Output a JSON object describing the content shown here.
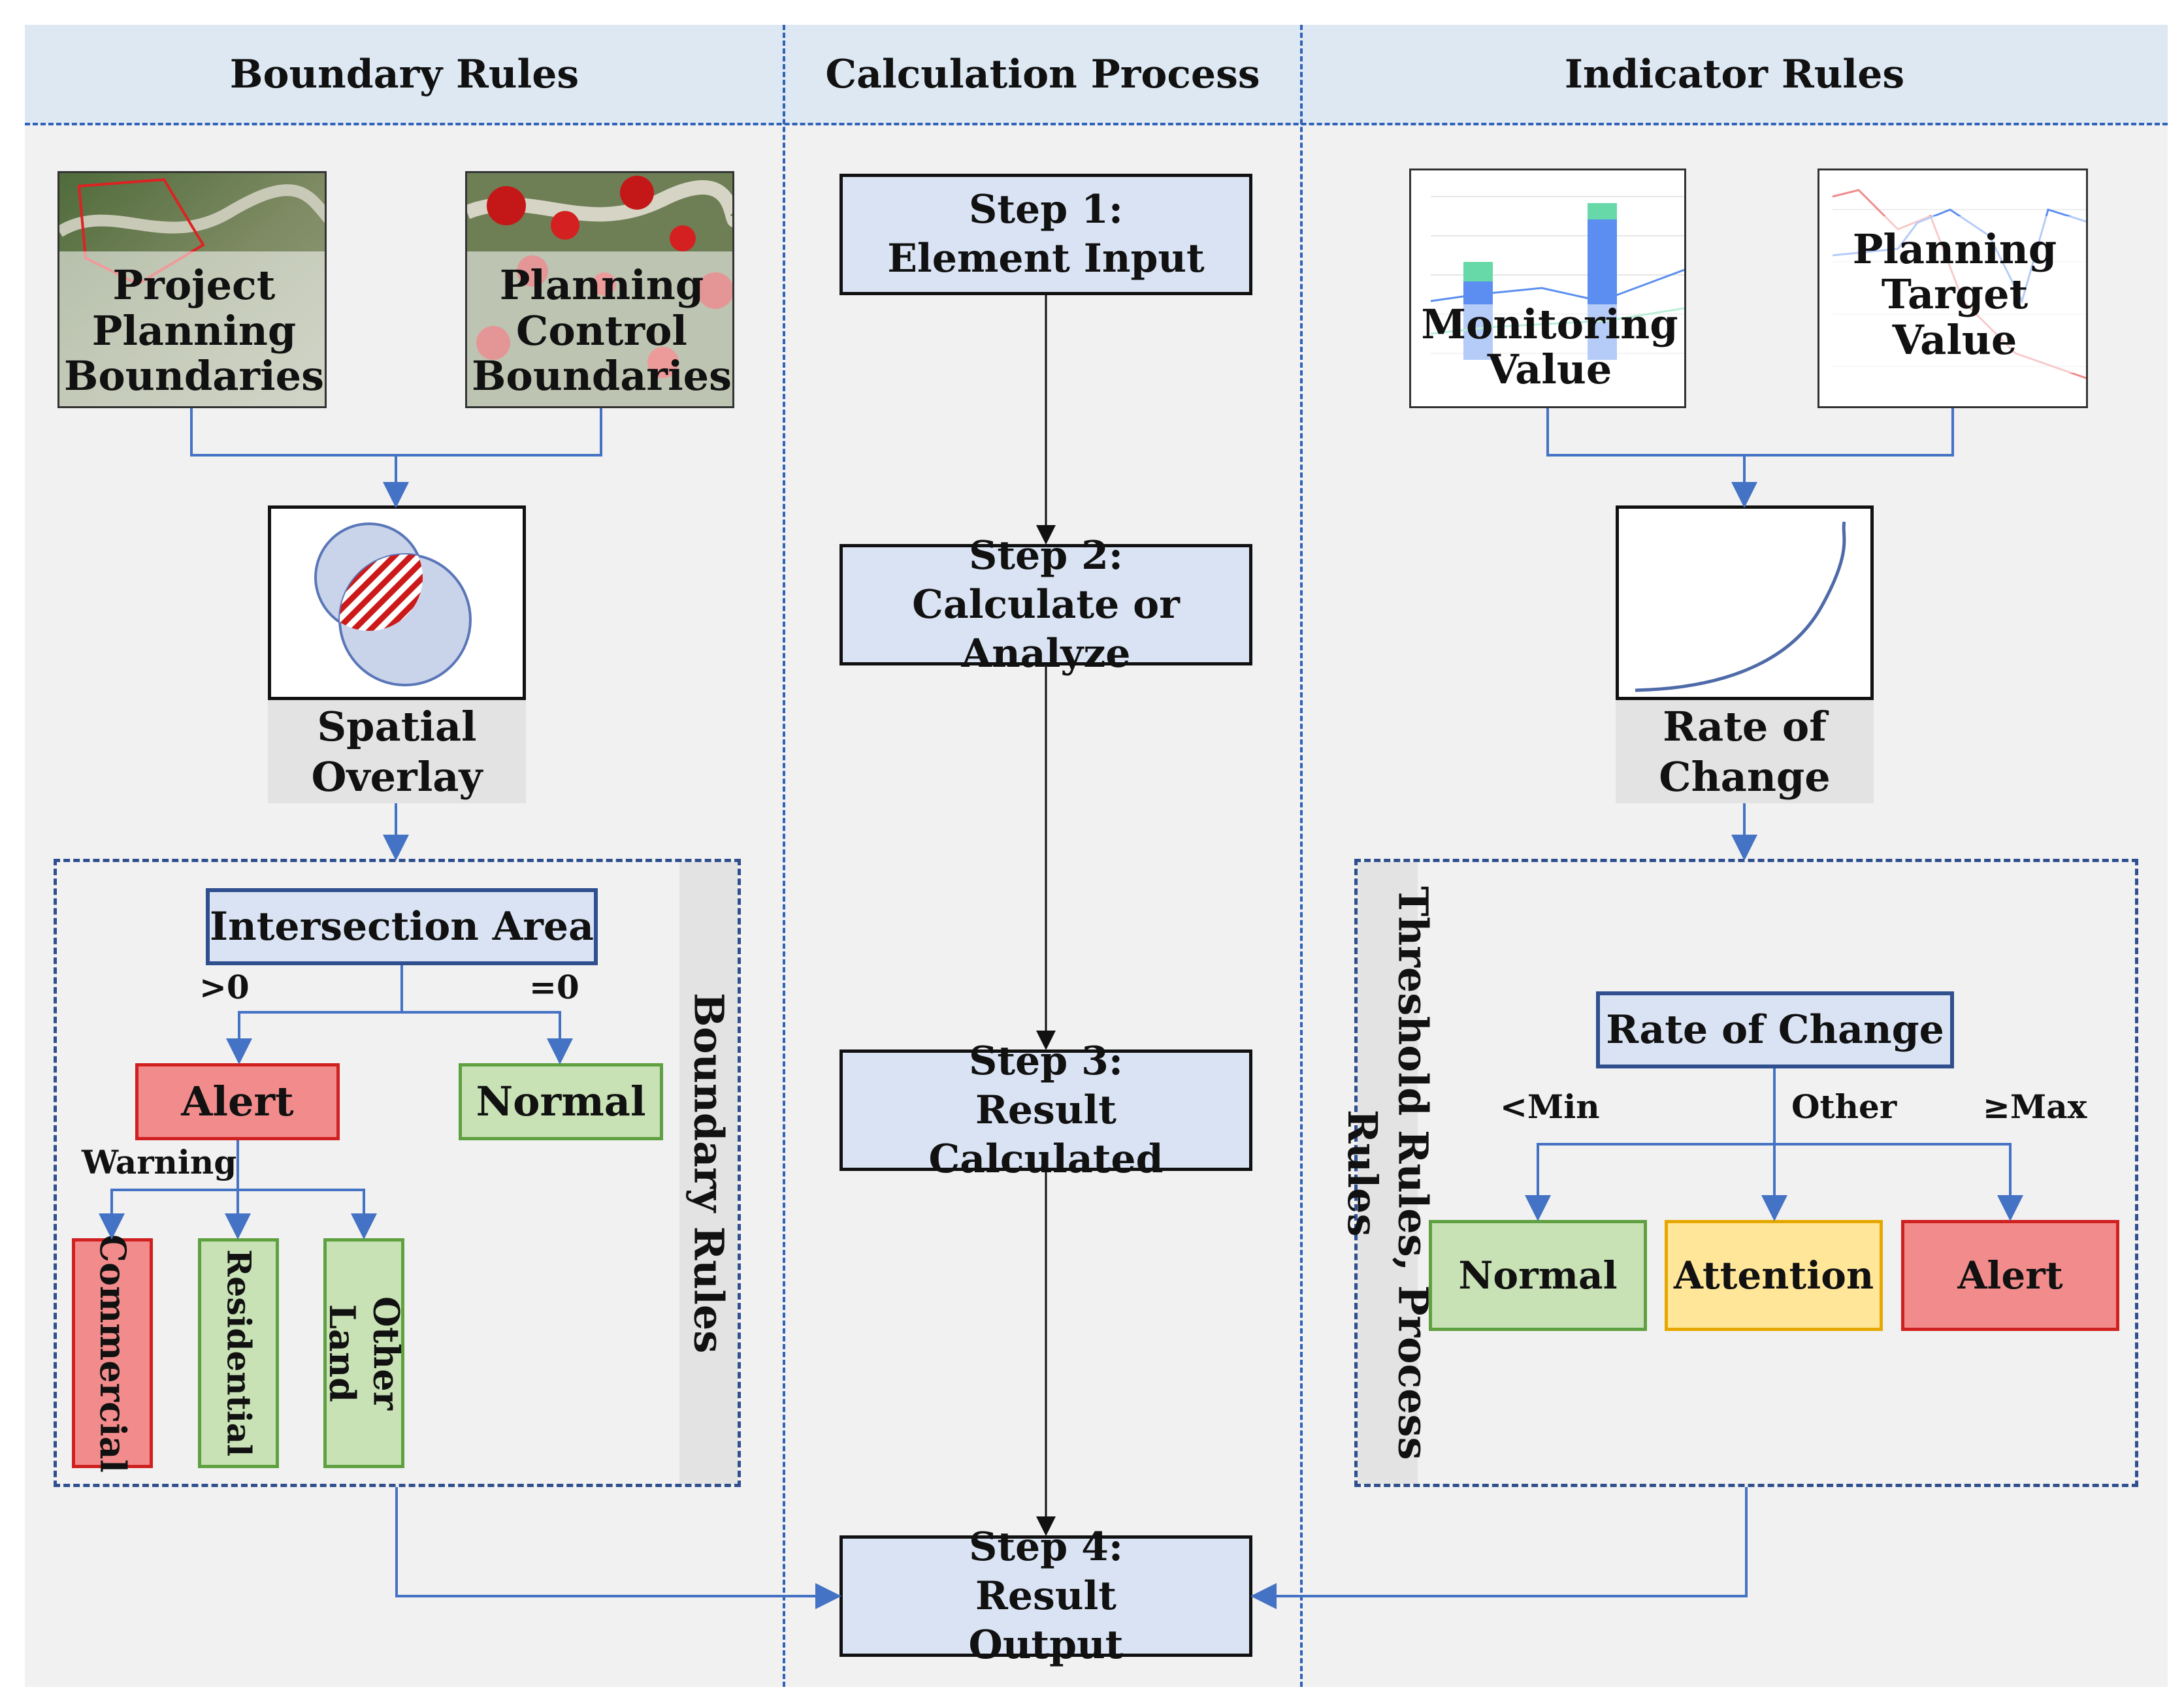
{
  "headers": {
    "left": "Boundary Rules",
    "center": "Calculation Process",
    "right": "Indicator Rules"
  },
  "boundary": {
    "project_label": "Project Planning Boundaries",
    "control_label": "Planning Control Boundaries",
    "overlay_label": "Spatial Overlay",
    "intersection_label": "Intersection Area",
    "gt_zero": ">0",
    "eq_zero": "=0",
    "alert_label": "Alert",
    "normal_label": "Normal",
    "warning_label": "Warning",
    "categories": [
      "Commercial",
      "Residential",
      "Other Land"
    ],
    "side_label": "Boundary Rules"
  },
  "process": {
    "step1": "Step 1: Element Input",
    "step2": "Step 2: Calculate or Analyze",
    "step3": "Step 3: Result Calculated",
    "step4": "Step 4: Result Output"
  },
  "indicator": {
    "monitoring_label": "Monitoring Value",
    "target_label": "Planning Target Value",
    "rate_label": "Rate of Change",
    "side_label": "Threshold Rules, Process Rules",
    "rate_box_label": "Rate of Change",
    "lt_min": "<Min",
    "other": "Other",
    "ge_max": "≥Max",
    "normal_label": "Normal",
    "attention_label": "Attention",
    "alert_label": "Alert"
  },
  "colors": {
    "connector_blue": "#4472c4",
    "header_bg": "#dde8f3",
    "step_fill": "#dae3f3",
    "alert_fill": "#f28c8c",
    "normal_fill": "#c8e1b5",
    "attention_fill": "#ffe699"
  }
}
